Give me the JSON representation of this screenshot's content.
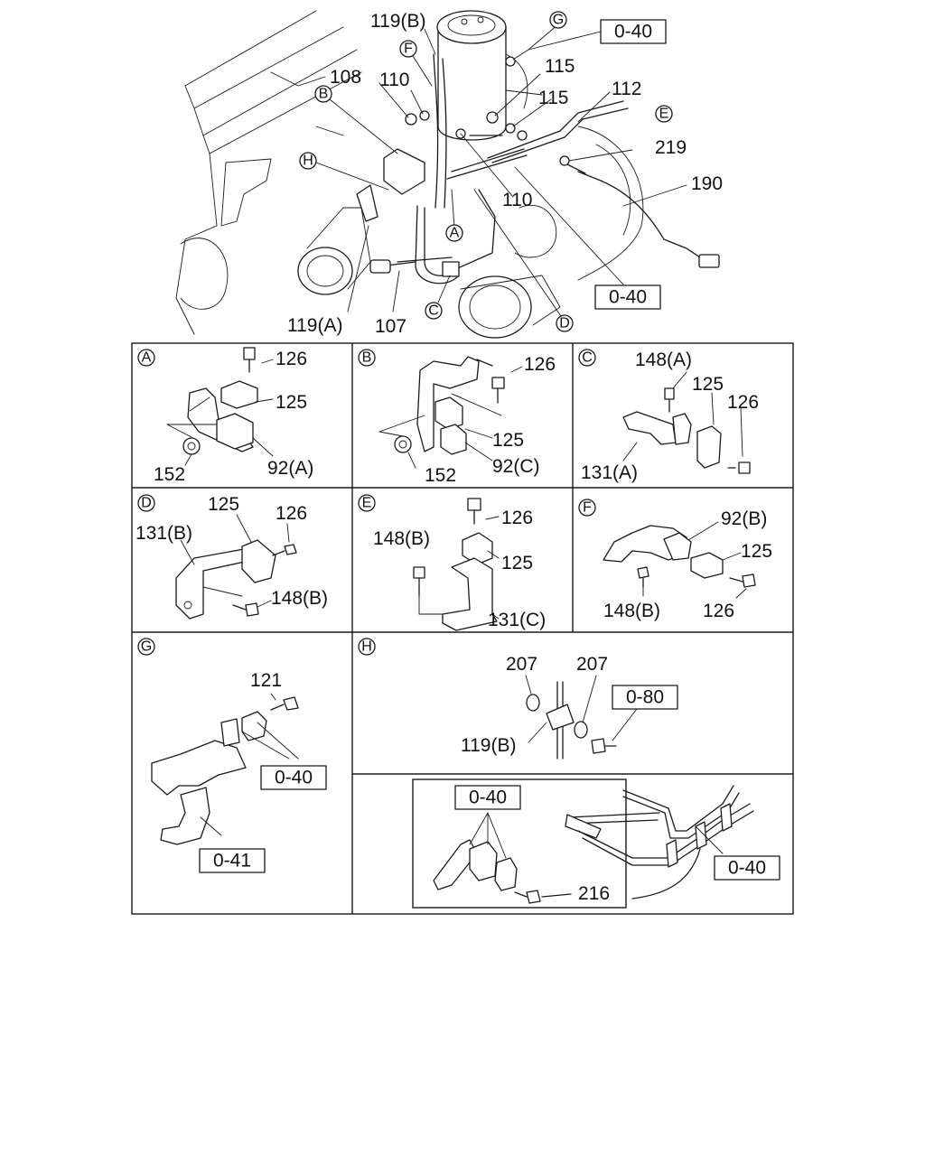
{
  "callouts": [
    "A",
    "B",
    "C",
    "D",
    "E",
    "F",
    "G",
    "H"
  ],
  "refs": {
    "r040": "0-40",
    "r041": "0-41",
    "r080": "0-80"
  },
  "parts": {
    "p92a": "92(A)",
    "p92b": "92(B)",
    "p92c": "92(C)",
    "p107": "107",
    "p108": "108",
    "p110": "110",
    "p112": "112",
    "p115": "115",
    "p119a": "119(A)",
    "p119b": "119(B)",
    "p121": "121",
    "p125": "125",
    "p126": "126",
    "p131a": "131(A)",
    "p131b": "131(B)",
    "p131c": "131(C)",
    "p148a": "148(A)",
    "p148b": "148(B)",
    "p152": "152",
    "p190": "190",
    "p207": "207",
    "p216": "216",
    "p219": "219"
  },
  "colors": {
    "line": "#1a1a1a",
    "background": "#ffffff"
  }
}
